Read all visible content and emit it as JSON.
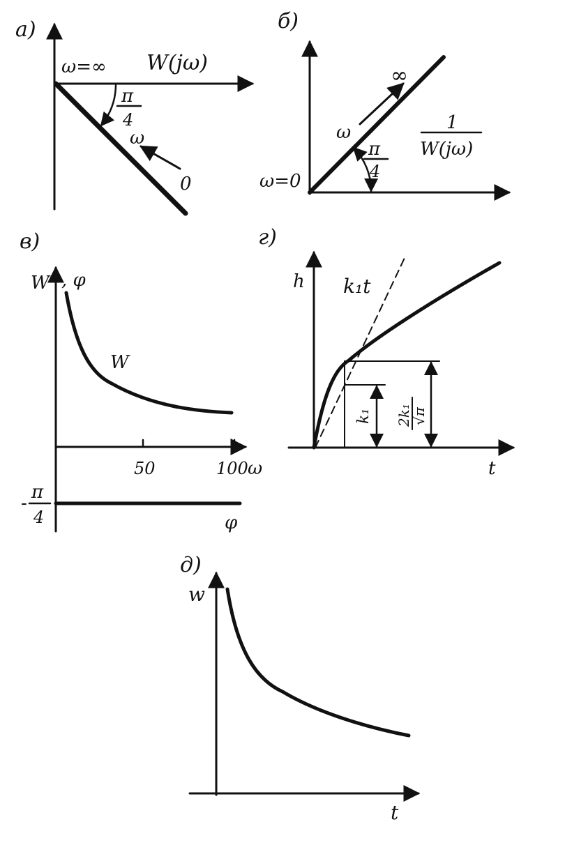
{
  "colors": {
    "ink": "#111111",
    "paper": "#ffffff"
  },
  "panel_a": {
    "label": "а)",
    "omega_inf": "ω=∞",
    "func": "W(jω)",
    "angle_num": "π",
    "angle_den": "4",
    "omega": "ω",
    "zero": "0"
  },
  "panel_b": {
    "label": "б)",
    "inf": "∞",
    "omega": "ω",
    "func_num": "1",
    "func_den": "W(jω)",
    "angle_num": "π",
    "angle_den": "4",
    "omega_zero": "ω=0"
  },
  "panel_v": {
    "label": "в)",
    "y_label_w": "W",
    "y_label_phi": ", φ",
    "curve_label_w": "W",
    "x_label": "ω",
    "ticks": [
      "50",
      "100"
    ],
    "phi_minus": "-",
    "phi_num": "π",
    "phi_den": "4",
    "curve_label_phi": "φ"
  },
  "panel_g": {
    "label": "г)",
    "y_label": "h",
    "asymptote_label": "k₁t",
    "x_label": "t",
    "level1": "k₁",
    "level2_num": "2k₁",
    "level2_den": "√π"
  },
  "panel_d": {
    "label": "д)",
    "y_label": "w",
    "x_label": "t"
  }
}
